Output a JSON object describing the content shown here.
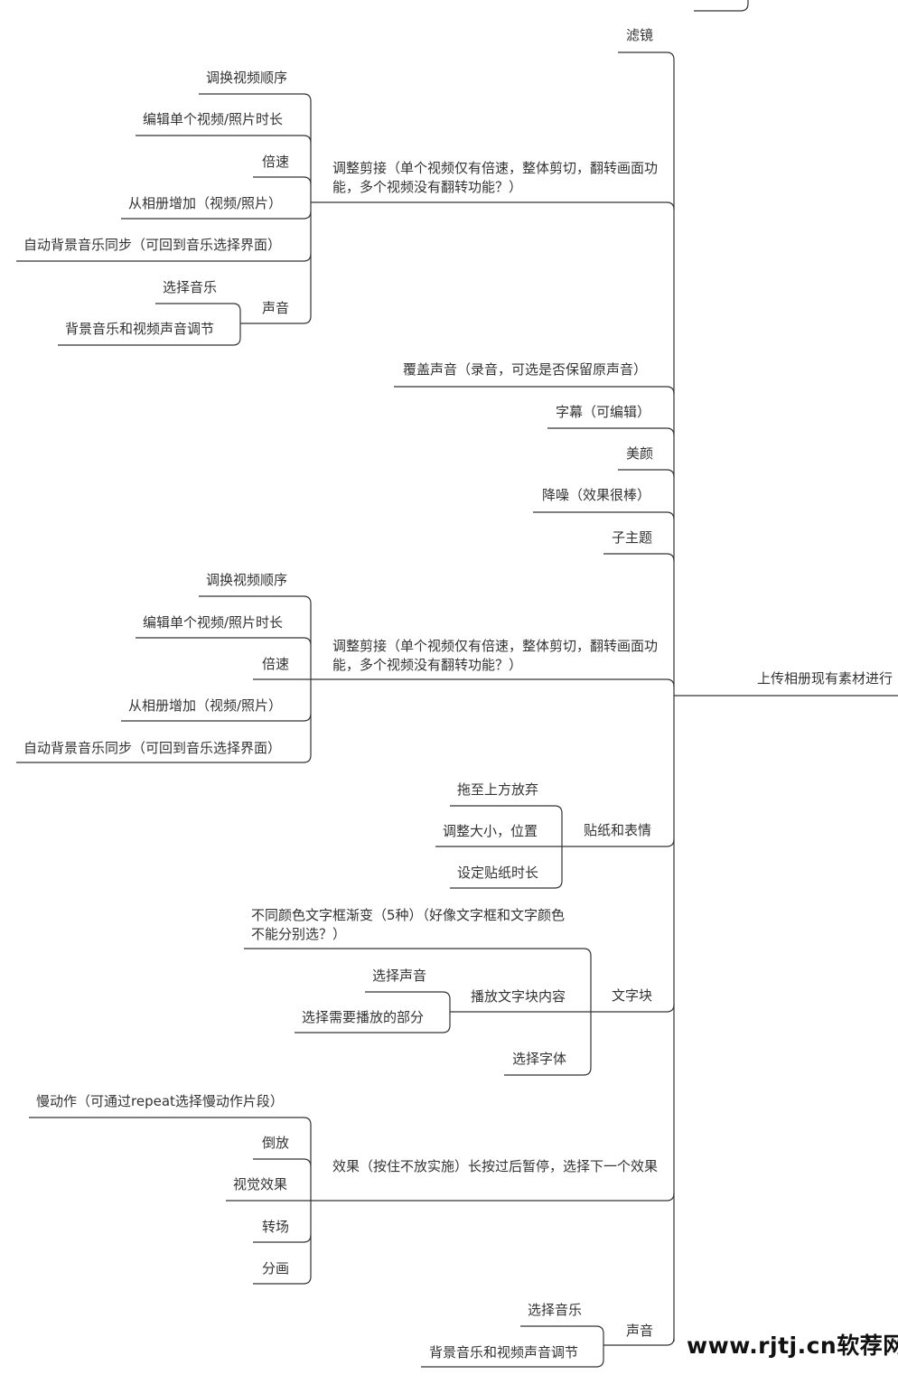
{
  "root": "上传相册现有素材进行",
  "nodes": {
    "lvjing": "滤镜",
    "tiaozheng1": "调整剪接（单个视频仅有倍速，整体剪切，翻转画面功能，多个视频没有翻转功能？）",
    "t1_order": "调换视频顺序",
    "t1_duration": "编辑单个视频/照片时长",
    "t1_speed": "倍速",
    "t1_add": "从相册增加（视频/照片）",
    "t1_auto": "自动背景音乐同步（可回到音乐选择界面）",
    "t1_sound": "声音",
    "t1_s_select": "选择音乐",
    "t1_s_adjust": "背景音乐和视频声音调节",
    "fugai": "覆盖声音（录音，可选是否保留原声音）",
    "zimu": "字幕（可编辑）",
    "meiyan": "美颜",
    "jiangzao": "降噪（效果很棒）",
    "zizhuti": "子主题",
    "tiaozheng2": "调整剪接（单个视频仅有倍速，整体剪切，翻转画面功能，多个视频没有翻转功能？）",
    "t2_order": "调换视频顺序",
    "t2_duration": "编辑单个视频/照片时长",
    "t2_speed": "倍速",
    "t2_add": "从相册增加（视频/照片）",
    "t2_auto": "自动背景音乐同步（可回到音乐选择界面）",
    "tiezhi": "贴纸和表情",
    "tz_drag": "拖至上方放弃",
    "tz_size": "调整大小，位置",
    "tz_time": "设定贴纸时长",
    "wenzi": "文字块",
    "wz_color": "不同颜色文字框渐变（5种）（好像文字框和文字颜色不能分别选？）",
    "wz_play": "播放文字块内容",
    "wz_p_sound": "选择声音",
    "wz_p_part": "选择需要播放的部分",
    "wz_font": "选择字体",
    "xiaoguo": "效果（按住不放实施）长按过后暂停，选择下一个效果",
    "xg_slow": "慢动作（可通过repeat选择慢动作片段）",
    "xg_reverse": "倒放",
    "xg_visual": "视觉效果",
    "xg_transition": "转场",
    "xg_split": "分画",
    "shengyin": "声音",
    "sy_select": "选择音乐",
    "sy_adjust": "背景音乐和视频声音调节"
  },
  "watermark": "www.rjtj.cn软荐网"
}
